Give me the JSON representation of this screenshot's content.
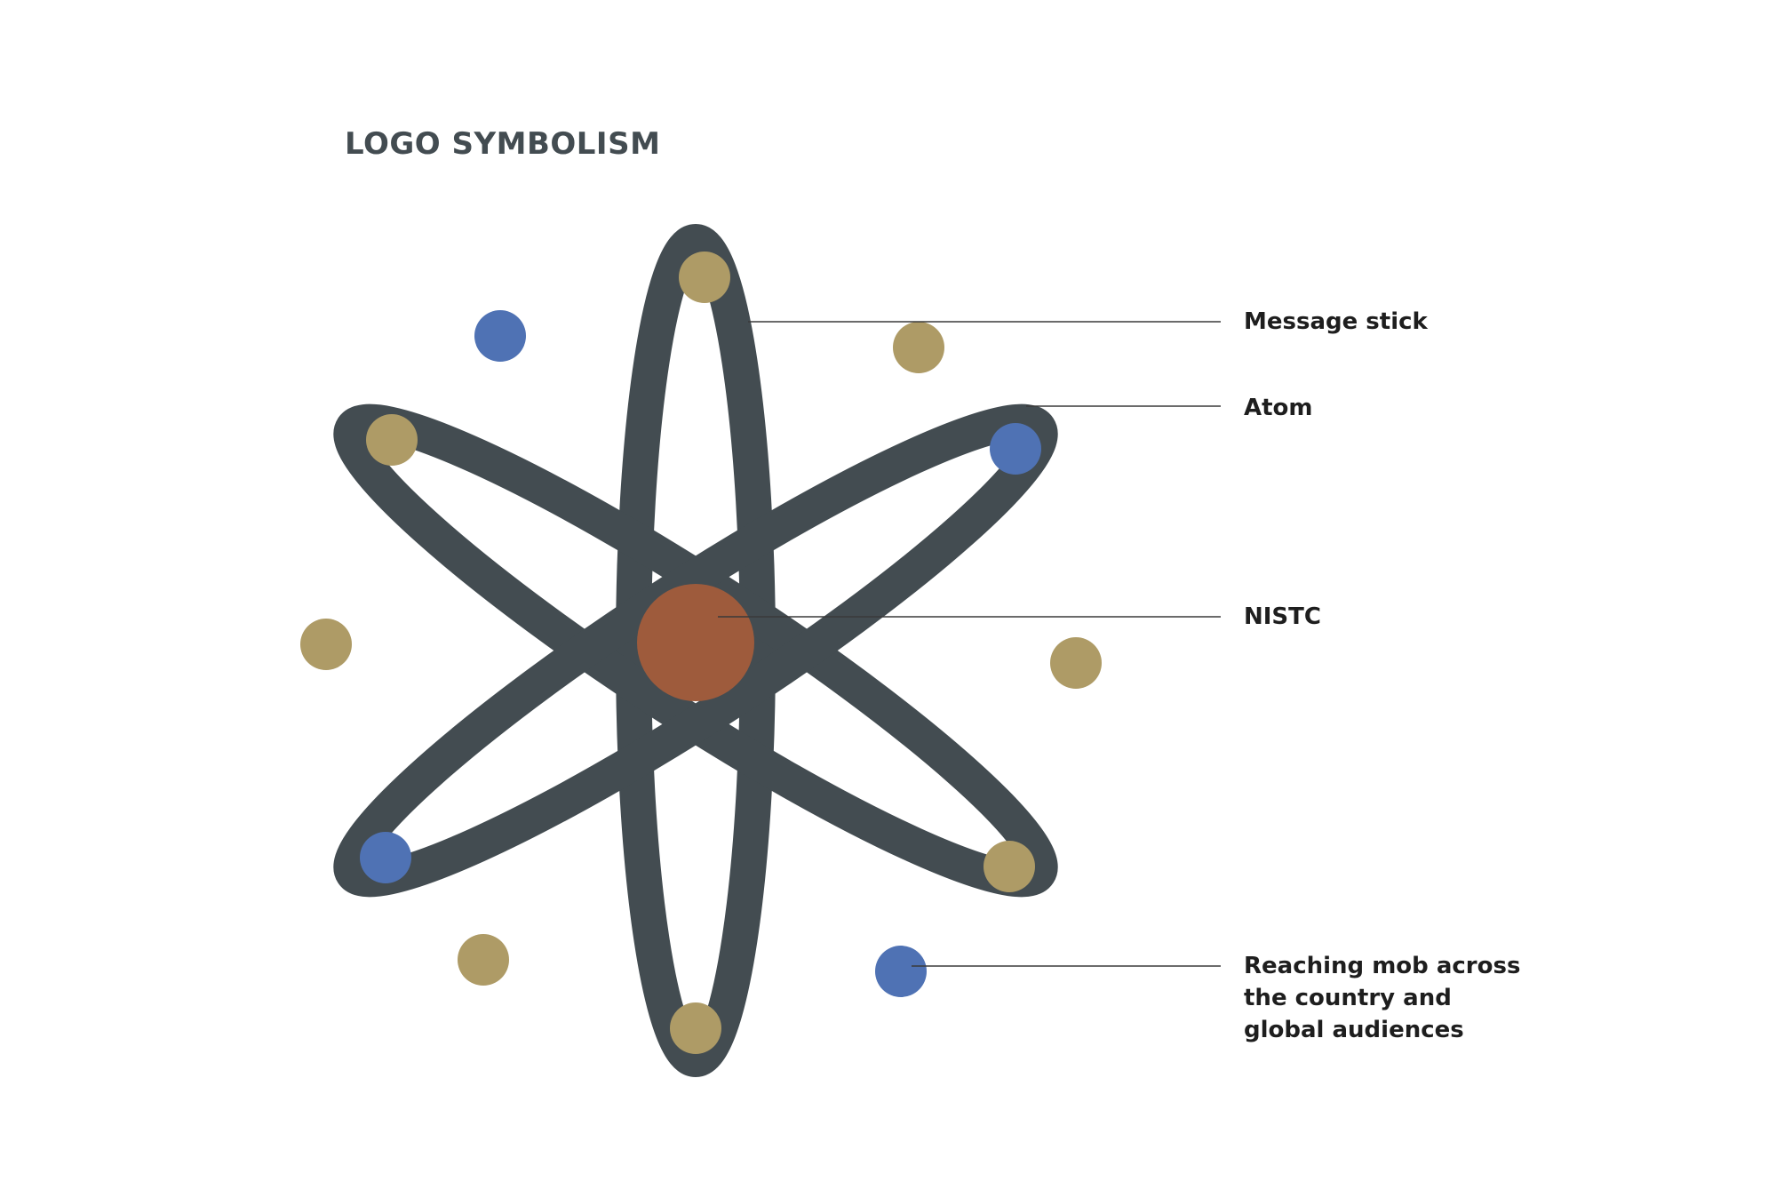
{
  "title": "LOGO SYMBOLISM",
  "colors": {
    "orbit": "#434c51",
    "gold_dot": "#ae9b66",
    "blue_dot": "#4f72b4",
    "nucleus": "#9e5b3c",
    "title": "#434c51",
    "label": "#1e1e1e",
    "leader_line": "#3a3a3a"
  },
  "callouts": {
    "message_stick": "Message stick",
    "atom": "Atom",
    "nistc": "NISTC",
    "reaching": [
      "Reaching mob across",
      "the country and",
      "global audiences"
    ]
  }
}
